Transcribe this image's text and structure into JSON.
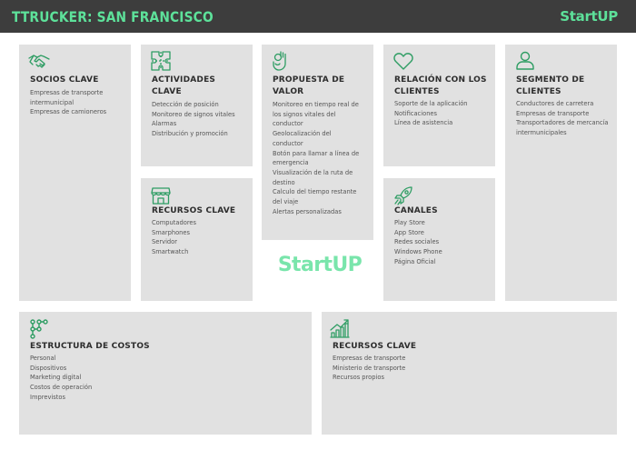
{
  "header": {
    "title": "TTRUCKER: SAN FRANCISCO",
    "logo": "StartUP"
  },
  "accent_color": "#5de19a",
  "watermark": "StartUP",
  "sections": {
    "socios": {
      "icon": "handshake-icon",
      "title": "SOCIOS CLAVE",
      "items": [
        "Empresas de transporte intermunicipal",
        "Empresas de camioneros"
      ]
    },
    "actividades": {
      "icon": "puzzle-icon",
      "title": "ACTIVIDADES CLAVE",
      "items": [
        "Detección de posición",
        "Monitoreo de signos vitales",
        "Alarmas",
        "Distribución y promoción"
      ]
    },
    "propuesta": {
      "icon": "ok-hand-icon",
      "title": "PROPUESTA DE VALOR",
      "items": [
        "Monitoreo en tiempo real de los signos vitales del conductor",
        "Geolocalización del conductor",
        "Botón para llamar a línea de emergencia",
        "Visualización de la ruta de destino",
        "Calculo del tiempo restante del viaje",
        "Alertas personalizadas"
      ]
    },
    "relacion": {
      "icon": "heart-icon",
      "title": "RELACIÓN CON LOS CLIENTES",
      "items": [
        "Soporte de la aplicación",
        "Notificaciones",
        "Línea de asistencia"
      ]
    },
    "segmento": {
      "icon": "user-icon",
      "title": "SEGMENTO DE CLIENTES",
      "items": [
        "Conductores de carretera",
        "Empresas de transporte",
        "Transportadores de mercancía intermunicipales"
      ]
    },
    "recursos": {
      "icon": "store-icon",
      "title": "RECURSOS CLAVE",
      "items": [
        "Computadores",
        "Smarphones",
        "Servidor",
        "Smartwatch"
      ]
    },
    "canales": {
      "icon": "rocket-icon",
      "title": "CANALES",
      "items": [
        "Play Store",
        "App Store",
        "Redes sociales",
        "Windows Phone",
        "Página Oficial"
      ]
    },
    "costos": {
      "icon": "flowchart-icon",
      "title": "ESTRUCTURA DE COSTOS",
      "items": [
        "Personal",
        "Dispositivos",
        "Marketing digital",
        "Costos de operación",
        "Imprevistos"
      ]
    },
    "ingresos": {
      "icon": "growth-chart-icon",
      "title": "RECURSOS CLAVE",
      "items": [
        "Empresas de transporte",
        "Ministerio de transporte",
        "Recursos propios"
      ]
    }
  }
}
